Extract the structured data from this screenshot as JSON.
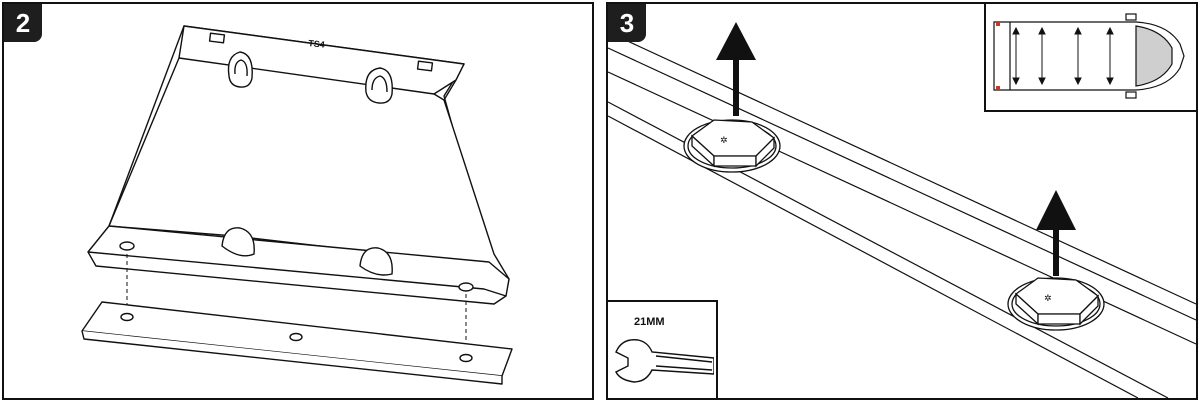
{
  "panels": [
    {
      "step": "2",
      "plate_marking": "TS4"
    },
    {
      "step": "3",
      "wrench_size": "21MM"
    }
  ],
  "icons": {
    "bracket": "bracket-plate-icon",
    "backing": "backing-plate-icon",
    "bolt": "hex-bolt-icon",
    "arrow": "up-arrow-icon",
    "vehicle": "van-top-view-icon",
    "wrench": "wrench-icon"
  }
}
